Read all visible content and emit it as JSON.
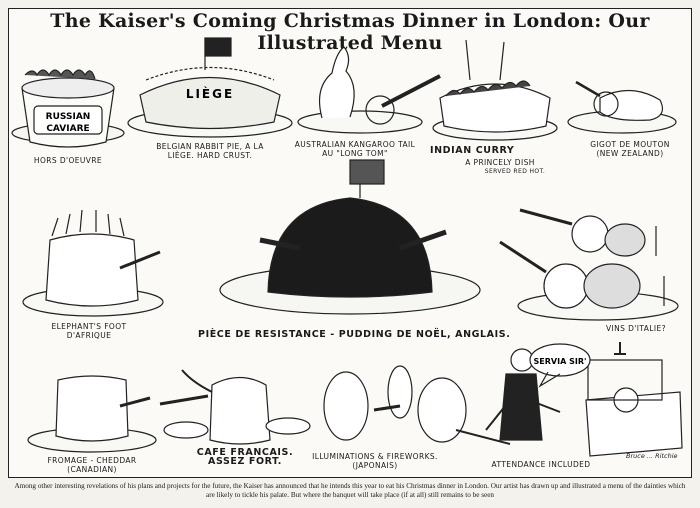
{
  "title": "The Kaiser's Coming Christmas Dinner in London: Our Illustrated Menu",
  "tin_label_line1": "RUSSIAN",
  "tin_label_line2": "CAVIARE",
  "pie_crust_text": "LIÈGE",
  "bubble_text": "SERVIA SIR'",
  "signature": "Bruce ... Ritchie",
  "menu_items": {
    "hors": "HORS D'OEUVRE",
    "belgian_pie": "BELGIAN RABBIT PIE, A LA LIÈGE. HARD CRUST.",
    "kangaroo": "AUSTRALIAN KANGAROO TAIL AU \"LONG TOM\"",
    "curry": "INDIAN CURRY",
    "curry_sub": "A PRINCELY DISH",
    "curry_sub2": "SERVED RED HOT.",
    "gigot": "GIGOT DE MOUTON (NEW ZEALAND)",
    "elephant": "ELEPHANT'S FOOT D'AFRIQUE",
    "piece": "PIÈCE DE RESISTANCE - PUDDING DE NOËL, ANGLAIS.",
    "vins": "VINS D'ITALIE?",
    "fromage": "FROMAGE - CHEDDAR (CANADIAN)",
    "cafe": "CAFE FRANCAIS. ASSEZ FORT.",
    "illuminations": "ILLUMINATIONS & FIREWORKS. (JAPONAIS)",
    "attendance": "ATTENDANCE INCLUDED"
  },
  "caption": "Among other interesting revelations of his plans and projects for the future, the Kaiser has announced that he intends this year to eat his Christmas dinner in London. Our artist has drawn up and illustrated a menu of the dainties which are likely to tickle his palate. But where the banquet will take place (if at all) still remains to be seen"
}
